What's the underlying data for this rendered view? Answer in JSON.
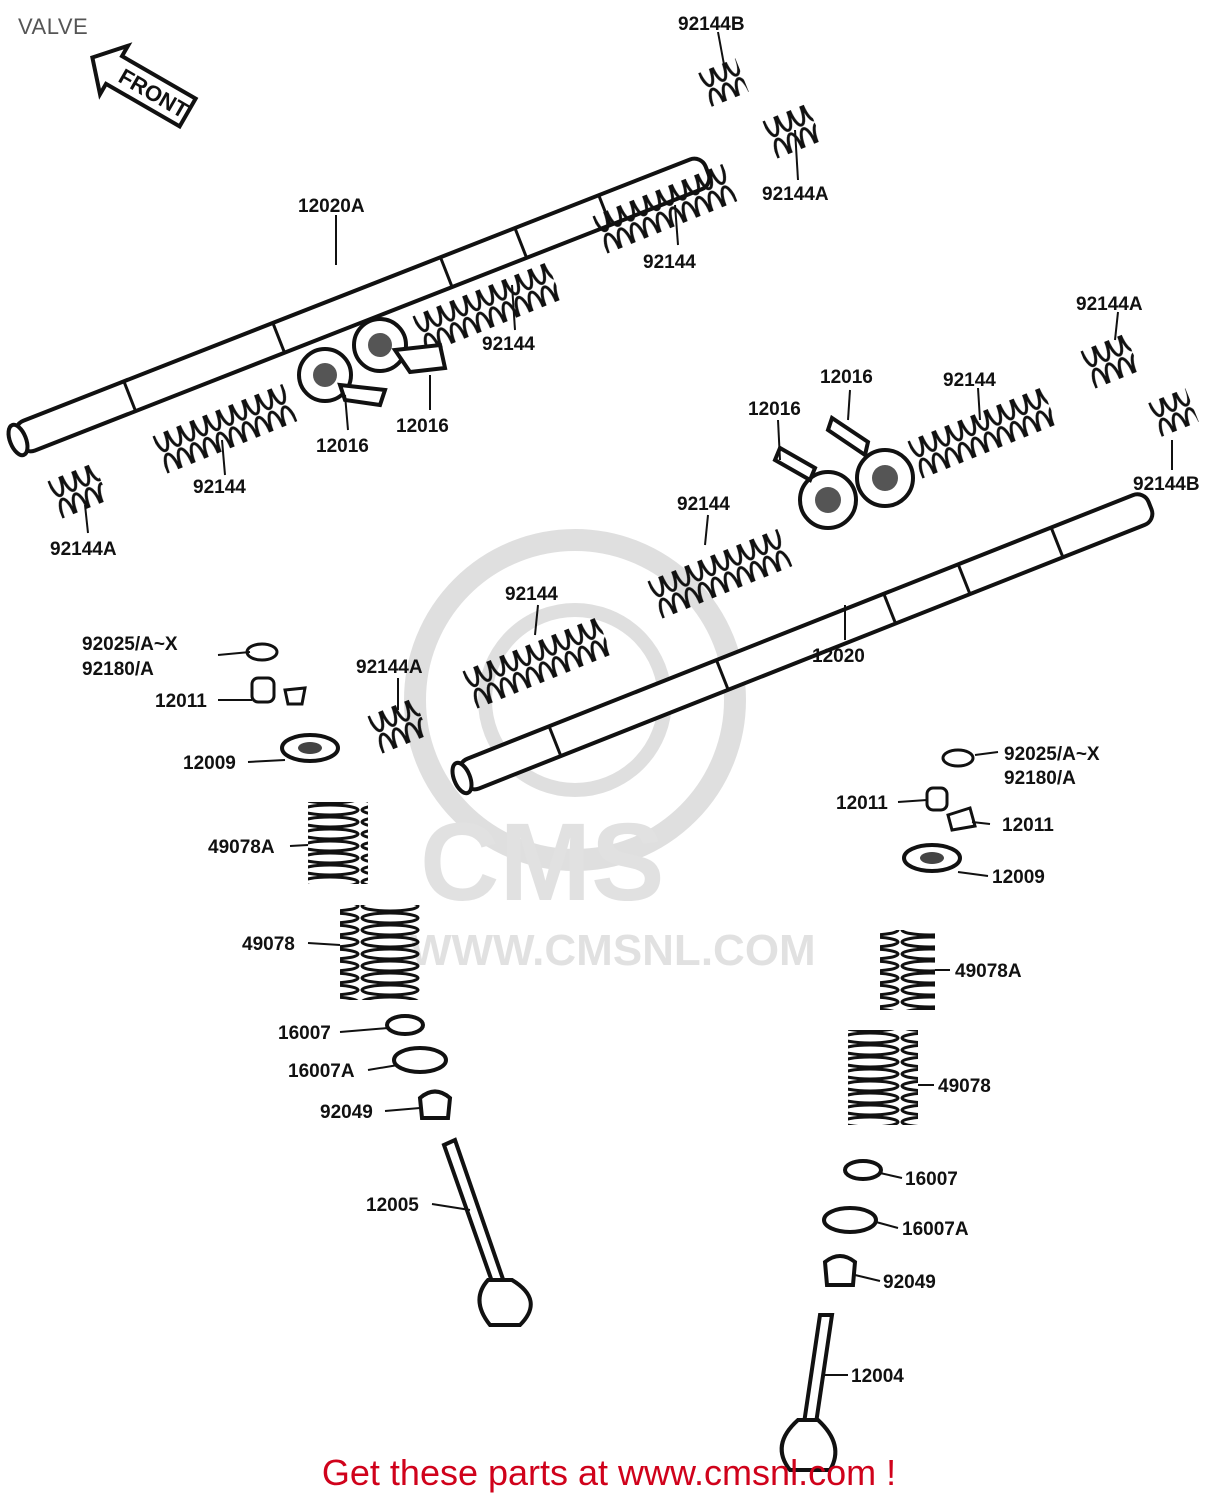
{
  "page": {
    "title": "VALVE",
    "promo": "Get these parts at www.cmsnl.com !",
    "accent_color": "#d0021b"
  },
  "watermark": {
    "brand": "CMS",
    "url": "WWW.CMSNL.COM"
  },
  "front_arrow": {
    "label": "FRONT"
  },
  "labels": {
    "p92144B_top": "92144B",
    "p92144A_top": "92144A",
    "p12020A": "12020A",
    "p92144_top_right": "92144",
    "p92144_mid": "92144",
    "p12016_a": "12016",
    "p12016_b": "12016",
    "p92144_left": "92144",
    "p92144A_left": "92144A",
    "p92144A_right": "92144A",
    "p92144_right": "92144",
    "p12016_c": "12016",
    "p12016_d": "12016",
    "p92144B_right": "92144B",
    "p92144_lower": "92144",
    "p92144_lower2": "92144",
    "p12020": "12020",
    "p92144A_mid": "92144A",
    "p92025_left": "92025/A~X",
    "p92180_left": "92180/A",
    "p12011_left": "12011",
    "p12009_left": "12009",
    "p49078A_left": "49078A",
    "p49078_left": "49078",
    "p16007_left": "16007",
    "p16007A_left": "16007A",
    "p92049_left": "92049",
    "p12005": "12005",
    "p92025_right": "92025/A~X",
    "p92180_right": "92180/A",
    "p12011_right_a": "12011",
    "p12011_right_b": "12011",
    "p12009_right": "12009",
    "p49078A_right": "49078A",
    "p49078_right": "49078",
    "p16007_right": "16007",
    "p16007A_right": "16007A",
    "p92049_right": "92049",
    "p12004": "12004"
  }
}
